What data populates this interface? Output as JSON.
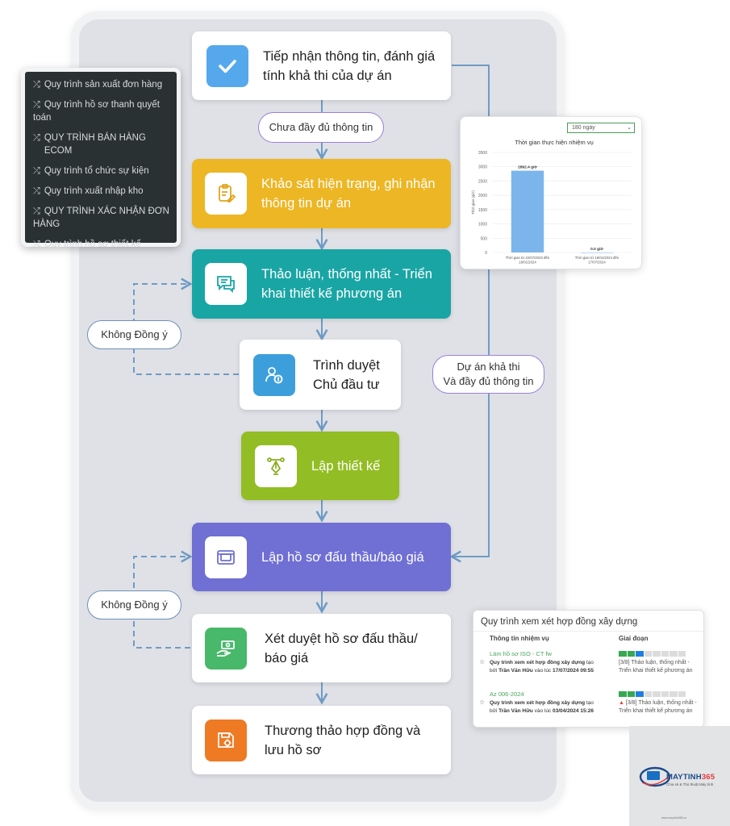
{
  "flow": {
    "steps": [
      {
        "id": "s1",
        "text": [
          "Tiếp nhận thông tin, đánh giá",
          "tính khả thi của dự án"
        ],
        "color": "#ffffff",
        "icon": "check-icon"
      },
      {
        "id": "s2",
        "text": [
          "Khảo sát hiện trạng, ghi nhận",
          "thông tin dự án"
        ],
        "color": "#edb624",
        "icon": "clipboard-edit-icon"
      },
      {
        "id": "s3",
        "text": [
          "Thảo luận, thống nhất - Triển",
          "khai thiết kế phương án"
        ],
        "color": "#1aa5a5",
        "icon": "chat-icon"
      },
      {
        "id": "s4",
        "text": [
          "Trình duyệt",
          "Chủ đầu tư"
        ],
        "color": "#ffffff",
        "icon": "user-money-icon"
      },
      {
        "id": "s5",
        "text": [
          "Lập thiết kế"
        ],
        "color": "#93bd24",
        "icon": "pen-tool-icon"
      },
      {
        "id": "s6",
        "text": [
          "Lập hồ sơ đấu thầu/báo giá"
        ],
        "color": "#6f6fd4",
        "icon": "folder-icon"
      },
      {
        "id": "s7",
        "text": [
          "Xét duyệt hồ sơ đấu thầu/",
          "báo giá"
        ],
        "color": "#ffffff",
        "icon": "money-hand-icon"
      },
      {
        "id": "s8",
        "text": [
          "Thương thảo hợp đồng và",
          "lưu hồ sơ"
        ],
        "color": "#ffffff",
        "icon": "save-gear-icon"
      }
    ],
    "labels": {
      "incomplete": "Chưa đầy đủ thông tin",
      "feasible": [
        "Dự án khả thi",
        "Và đầy đủ thông tin"
      ],
      "disagree1": "Không Đồng ý",
      "disagree2": "Không Đồng ý"
    }
  },
  "menu": {
    "items": [
      [
        "Quy trình sản xuất đơn hàng"
      ],
      [
        "Quy trình hồ sơ thanh quyết",
        "toán"
      ],
      [
        "QUY TRÌNH BÁN HÀNG ECOM"
      ],
      [
        "Quy trình tổ chức sự kiện"
      ],
      [
        "Quy trình xuất nhập kho"
      ],
      [
        "QUY TRÌNH XÁC NHẬN ĐƠN",
        "HÀNG"
      ],
      [
        "Quy trình hồ sơ thiết kế"
      ]
    ]
  },
  "chart_card": {
    "select_value": "180 ngày"
  },
  "chart_data": {
    "type": "bar",
    "title": "Thời gian thực hiện nhiệm vụ",
    "ylabel": "Thời gian (giờ)",
    "categories": [
      [
        "Thời gian từ 22/07/2023 đến",
        "19/01/2024"
      ],
      [
        "Thời gian từ 19/01/2024 đến",
        "17/07/2024"
      ]
    ],
    "values": [
      2862.4,
      0.0
    ],
    "data_labels": [
      "2862.4 giờ",
      "0.0 giờ"
    ],
    "ylim": [
      0,
      3500
    ],
    "yticks": [
      0,
      500,
      1000,
      1500,
      2000,
      2500,
      3000,
      3500
    ],
    "bar_color": "#7cb5ec",
    "grid": true
  },
  "table_card": {
    "title": "Quy trình xem xét hợp đồng xây dựng",
    "headers": [
      "Thông tin nhiệm vụ",
      "Giai đoạn"
    ],
    "rows": [
      {
        "name": "Làm hồ sơ ISO - CT fw",
        "desc": [
          [
            "Quy trình xem xét hợp đồng xây dựng",
            true
          ],
          [
            " tạo bởi ",
            false
          ],
          [
            "Trần Văn Hữu",
            true
          ],
          [
            " vào lúc ",
            false
          ],
          [
            "17/07/2024 09:55",
            true
          ]
        ],
        "progress": [
          "g",
          "g",
          "b",
          "",
          "",
          "",
          "",
          ""
        ],
        "stage": [
          "[3/8] Thảo luận, thống nhất -",
          "Triển khai thiết kế phương án"
        ],
        "warning": false
      },
      {
        "name": "Az 006-2024",
        "desc": [
          [
            "Quy trình xem xét hợp đồng xây dựng",
            true
          ],
          [
            " tạo bởi ",
            false
          ],
          [
            "Trần Văn Hữu",
            true
          ],
          [
            " vào lúc ",
            false
          ],
          [
            "03/04/2024 15:26",
            true
          ]
        ],
        "progress": [
          "g",
          "g",
          "b",
          "",
          "",
          "",
          "",
          ""
        ],
        "stage": [
          "[3/8] Thảo luận, thống",
          "nhất - Triển khai thiết kế",
          "phương án"
        ],
        "warning": true
      }
    ]
  },
  "logo": {
    "brand_main": "MAYTINH",
    "brand_num": "365",
    "slogan": "Chia sẻ & Thủ thuật Máy tính",
    "url": "www.maytinh365.vn"
  }
}
